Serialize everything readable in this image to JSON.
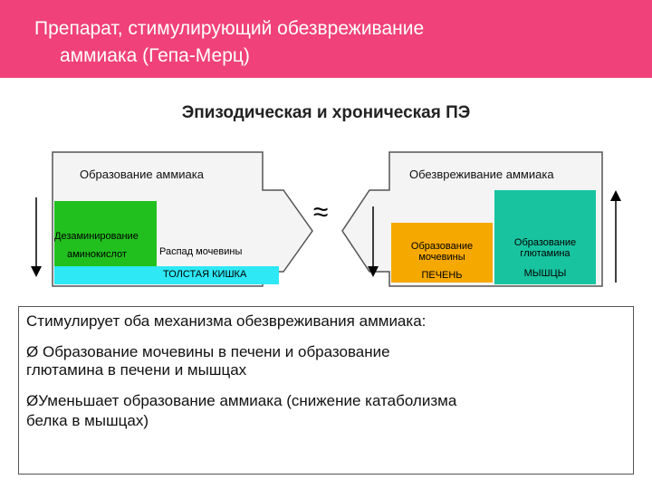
{
  "header": {
    "title_line1": "Препарат, стимулирующий обезвреживание",
    "title_line2": "аммиака (Гепа-Мерц)"
  },
  "subtitle": "Эпизодическая и хроническая ПЭ",
  "left_panel": {
    "title": "Образование аммиака",
    "deamination_line1": "Дезаминирование",
    "deamination_line2": "аминокислот",
    "urea_breakdown": "Распад мочевины",
    "colon": "ТОЛСТАЯ КИШКА"
  },
  "approx_symbol": "≈",
  "right_panel": {
    "title": "Обезвреживание аммиака",
    "urea_formation_line1": "Образование",
    "urea_formation_line2": "мочевины",
    "liver": "ПЕЧЕНЬ",
    "glutamine_line1": "Образование",
    "glutamine_line2": "глютамина",
    "muscles": "МЫШЦЫ"
  },
  "text": {
    "line1": "Стимулирует оба механизма обезвреживания аммиака:",
    "bullet_symbol": "Ø",
    "bullet1_line1": "Образование мочевины в печени и образование",
    "bullet1_line2": "глютамина в печени и мышцах",
    "bullet2_line1": "Уменьшает образование аммиака (снижение катаболизма",
    "bullet2_line2": "белка в мышцах)"
  },
  "colors": {
    "header": "#f0417a",
    "green": "#22c01e",
    "cyan": "#2ee8f5",
    "orange": "#f5a800",
    "teal": "#18c4a0"
  }
}
